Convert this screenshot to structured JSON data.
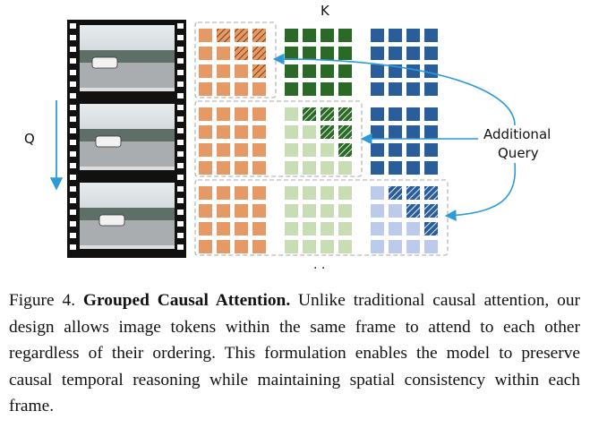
{
  "figure": {
    "k_label": "K",
    "q_label": "Q",
    "dots": ". .",
    "annotation_line1": "Additional",
    "annotation_line2": "Query",
    "frames": [
      {
        "key_tokens": "hatched causal block in frame 1 keys"
      },
      {
        "key_tokens": "hatched causal block in frame 2 keys"
      },
      {
        "key_tokens": "hatched causal block in frame 3 keys"
      }
    ],
    "colors": {
      "frame1_token": "#E59A66",
      "frame2_token_dark": "#2B6A26",
      "frame2_token_light": "#C9DDB4",
      "frame3_token_dark": "#2A5E9A",
      "frame3_token_light": "#BCCBEA",
      "arrow": "#2E9BD6",
      "filmstrip": "#111111"
    }
  },
  "caption": {
    "prefix": "Figure 4.",
    "title": "Grouped Causal Attention.",
    "body": "Unlike traditional causal attention, our design allows image tokens within the same frame to attend to each other regardless of their ordering. This formulation enables the model to preserve causal temporal reasoning while maintaining spatial consistency within each frame."
  }
}
